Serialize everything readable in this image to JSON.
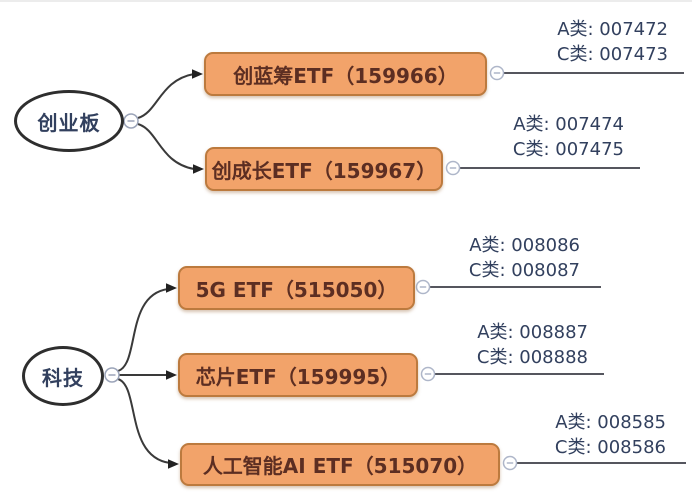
{
  "diagram": {
    "type": "mindmap",
    "groups": [
      {
        "root_label": "创业板",
        "children": [
          {
            "label": "创蓝筹ETF（159966）",
            "class_a": "A类: 007472",
            "class_c": "C类: 007473"
          },
          {
            "label": "创成长ETF（159967）",
            "class_a": "A类: 007474",
            "class_c": "C类: 007475"
          }
        ]
      },
      {
        "root_label": "科技",
        "children": [
          {
            "label": "5G ETF（515050）",
            "class_a": "A类: 008086",
            "class_c": "C类: 008087"
          },
          {
            "label": "芯片ETF（159995）",
            "class_a": "A类: 008887",
            "class_c": "C类: 008888"
          },
          {
            "label": "人工智能AI ETF（515070）",
            "class_a": "A类: 008585",
            "class_c": "C类: 008586"
          }
        ]
      }
    ],
    "icons": {
      "collapse": "minus-icon"
    },
    "colors": {
      "branch_fill": "#f2a36a",
      "branch_border": "#bc7a3e",
      "branch_text": "#5c2e22",
      "root_text": "#32405e",
      "root_border": "#2e2e2e",
      "code_text": "#32405e",
      "connector": "#3a3a3a",
      "code_line": "#55565e",
      "collapse_circle": "#a8b2cc"
    }
  }
}
